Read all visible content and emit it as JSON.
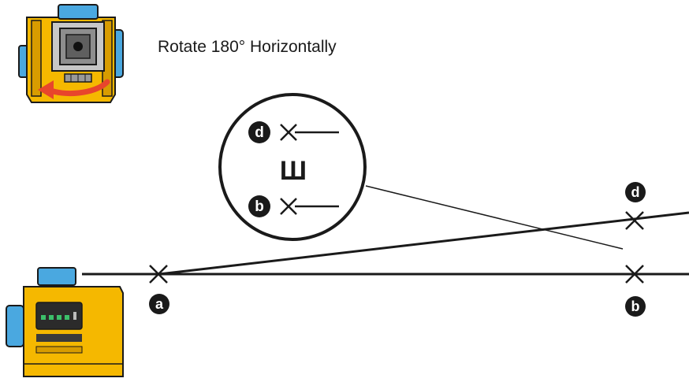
{
  "instruction": {
    "text": "Rotate 180° Horizontally",
    "arrow_color": "#e8452c"
  },
  "colors": {
    "laser_body": "#f5b800",
    "laser_body_dark": "#c98a00",
    "window": "#4aa8e0",
    "line": "#1a1a1a",
    "panel": "#2b2b2b",
    "panel_buttons": "#3cc06a"
  },
  "marks": {
    "a": "a",
    "b": "b",
    "d": "d"
  },
  "zoom": {
    "symbol": "Ш",
    "upper_label": "d",
    "lower_label": "b"
  },
  "icons": {
    "laser_top": "laser-level-top-view-icon",
    "rotate_arrow": "rotate-arrow-icon",
    "laser_side": "laser-level-side-view-icon"
  }
}
